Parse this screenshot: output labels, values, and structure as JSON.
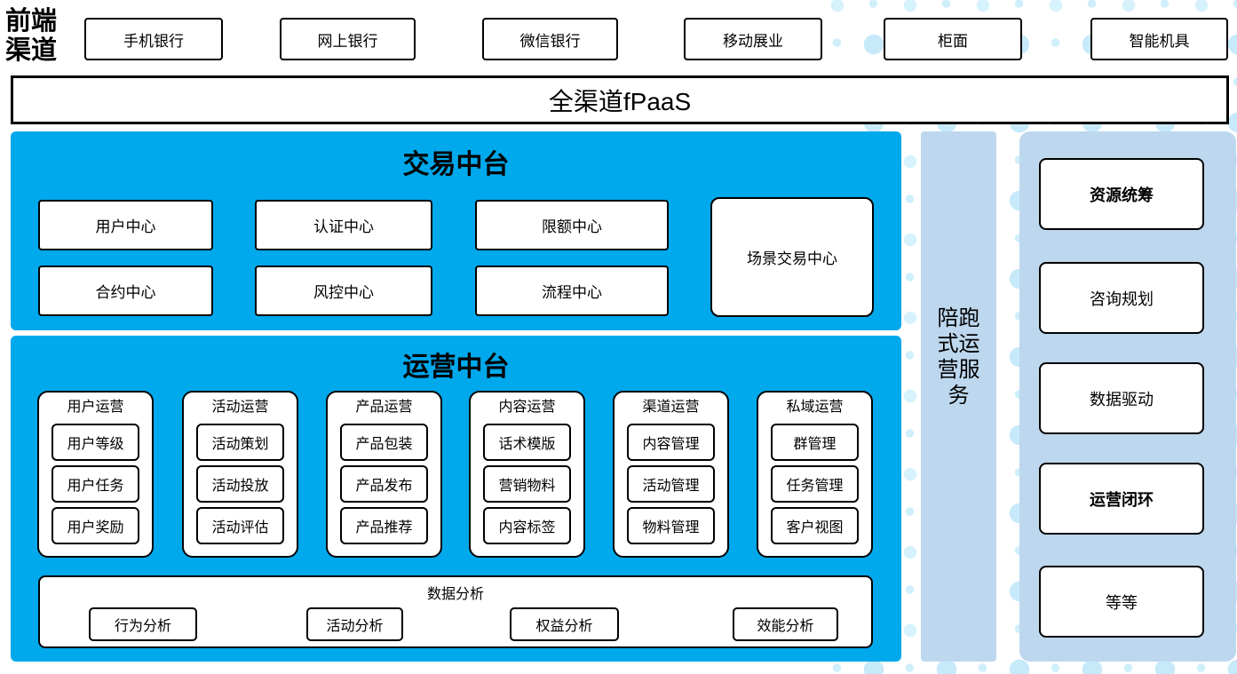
{
  "colors": {
    "platform_blue": "#00a8ec",
    "panel_light_blue": "#bdd7ee",
    "dot_cyan": "#cfeffb"
  },
  "front_channel": {
    "label_line1": "前端",
    "label_line2": "渠道"
  },
  "channels": [
    "手机银行",
    "网上银行",
    "微信银行",
    "移动展业",
    "柜面",
    "智能机具"
  ],
  "fpaas": {
    "label": "全渠道fPaaS"
  },
  "trading": {
    "title": "交易中台",
    "row1": [
      "用户中心",
      "认证中心",
      "限额中心"
    ],
    "row2": [
      "合约中心",
      "风控中心",
      "流程中心"
    ],
    "scene_center": "场景交易中心"
  },
  "operations": {
    "title": "运营中台",
    "columns": [
      {
        "header": "用户运营",
        "items": [
          "用户等级",
          "用户任务",
          "用户奖励"
        ]
      },
      {
        "header": "活动运营",
        "items": [
          "活动策划",
          "活动投放",
          "活动评估"
        ]
      },
      {
        "header": "产品运营",
        "items": [
          "产品包装",
          "产品发布",
          "产品推荐"
        ]
      },
      {
        "header": "内容运营",
        "items": [
          "话术模版",
          "营销物料",
          "内容标签"
        ]
      },
      {
        "header": "渠道运营",
        "items": [
          "内容管理",
          "活动管理",
          "物料管理"
        ]
      },
      {
        "header": "私域运营",
        "items": [
          "群管理",
          "任务管理",
          "客户视图"
        ]
      }
    ],
    "analysis": {
      "header": "数据分析",
      "items": [
        "行为分析",
        "活动分析",
        "权益分析",
        "效能分析"
      ]
    }
  },
  "companion_bar": {
    "label": "陪跑式运营服务",
    "lines": [
      "陪跑",
      "式运",
      "营服",
      "务"
    ]
  },
  "advisory_panel": {
    "items": [
      "资源统筹",
      "咨询规划",
      "数据驱动",
      "运营闭环",
      "等等"
    ]
  }
}
